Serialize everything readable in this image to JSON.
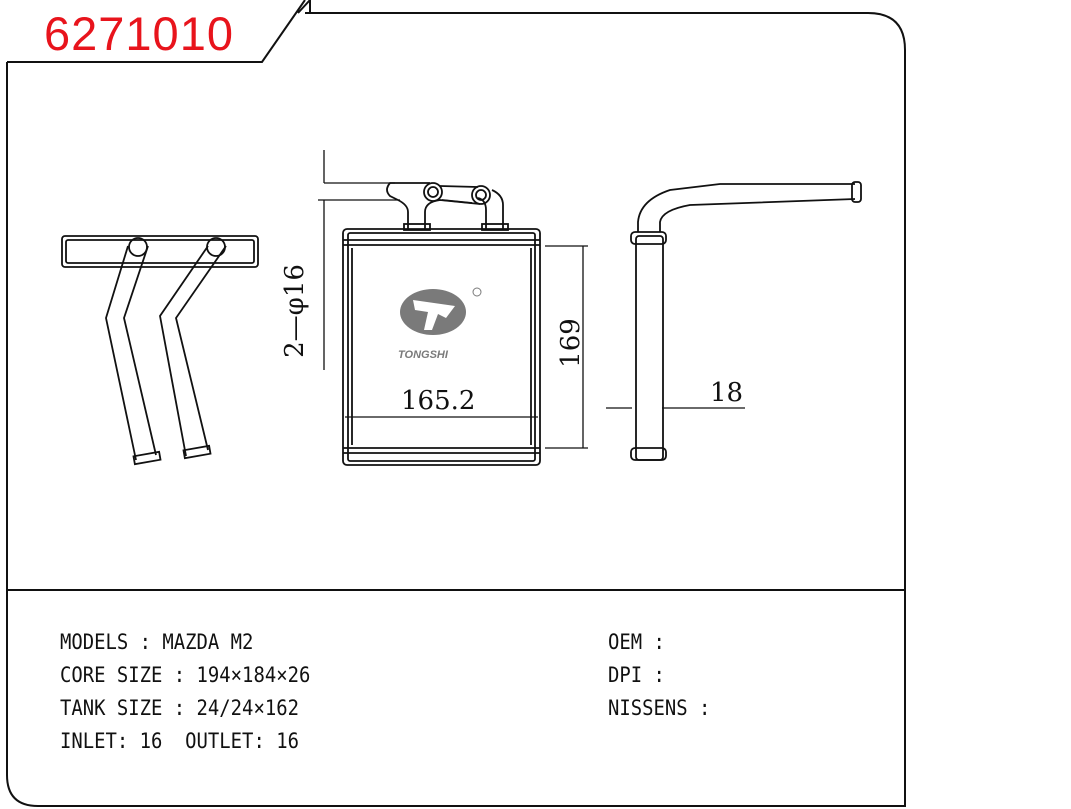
{
  "part_number": "6271010",
  "drawing": {
    "dim_pipe": "2—φ16",
    "dim_width": "165.2",
    "dim_height": "169",
    "dim_thickness": "18",
    "logo": "TONGSHI"
  },
  "specs": {
    "models": "MODELS : MAZDA M2",
    "core_size": "CORE SIZE : 194×184×26",
    "tank_size": "TANK SIZE : 24/24×162",
    "inlet_outlet": "INLET: 16  OUTLET: 16",
    "oem": "OEM :",
    "dpi": "DPI :",
    "nissens": "NISSENS :"
  },
  "colors": {
    "part_number": "#e8141c",
    "logo": "#7a7a7a"
  }
}
